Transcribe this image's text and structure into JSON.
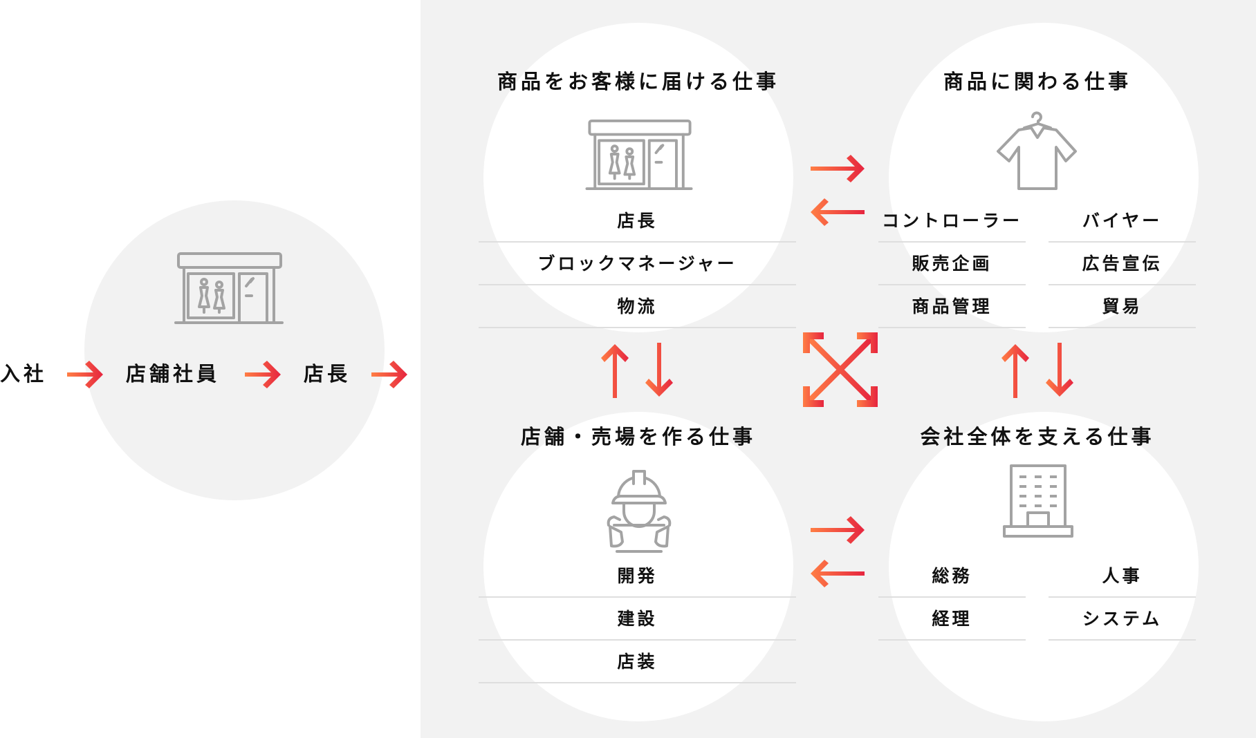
{
  "flow": {
    "steps": [
      "入社",
      "店舗社員",
      "店長"
    ],
    "store_icon": "storefront-icon",
    "arrow_icon": "arrow-right-icon"
  },
  "colors": {
    "gradient_start": "#ff7e45",
    "gradient_end": "#e6253f",
    "panel_bg": "#f2f2f2",
    "circle_bg": "#ffffff",
    "icon_gray": "#a3a3a3",
    "divider": "#dedede",
    "text": "#111111"
  },
  "groups": {
    "deliver": {
      "title": "商品をお客様に届ける仕事",
      "icon": "storefront-icon",
      "items": [
        "店長",
        "ブロックマネージャー",
        "物流"
      ]
    },
    "product": {
      "title": "商品に関わる仕事",
      "icon": "shirt-hanger-icon",
      "left_items": [
        "コントローラー",
        "販売企画",
        "商品管理"
      ],
      "right_items": [
        "バイヤー",
        "広告宣伝",
        "貿易"
      ]
    },
    "store_build": {
      "title": "店舗・売場を作る仕事",
      "icon": "construction-worker-icon",
      "items": [
        "開発",
        "建設",
        "店装"
      ]
    },
    "corporate": {
      "title": "会社全体を支える仕事",
      "icon": "office-building-icon",
      "left_items": [
        "総務",
        "経理"
      ],
      "right_items": [
        "人事",
        "システム"
      ]
    }
  },
  "connectors": [
    "arrow-right-icon",
    "arrow-left-icon",
    "arrow-up-icon",
    "arrow-down-icon",
    "cross-arrows-icon"
  ]
}
